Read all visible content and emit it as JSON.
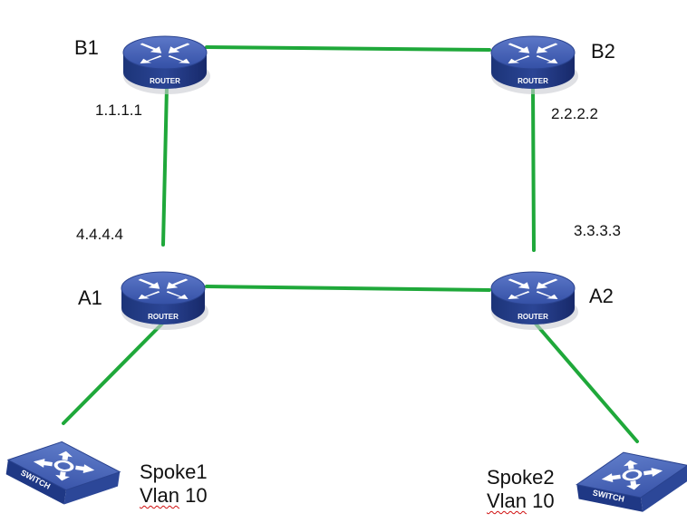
{
  "colors": {
    "link": "#1fa83a",
    "device_top": "#3b57ad",
    "device_side": "#203a84",
    "device_arrows": "#ffffff"
  },
  "routers": {
    "b1": {
      "name": "B1",
      "ip": "1.1.1.1",
      "badge": "ROUTER",
      "icon": "router-icon"
    },
    "b2": {
      "name": "B2",
      "ip": "2.2.2.2",
      "badge": "ROUTER",
      "icon": "router-icon"
    },
    "a1": {
      "name": "A1",
      "ip": "4.4.4.4",
      "badge": "ROUTER",
      "icon": "router-icon"
    },
    "a2": {
      "name": "A2",
      "ip": "3.3.3.3",
      "badge": "ROUTER",
      "icon": "router-icon"
    }
  },
  "switches": {
    "spoke1": {
      "name": "Spoke1",
      "vlan_word": "Vlan",
      "vlan_id": "10",
      "badge": "SWITCH",
      "icon": "switch-icon"
    },
    "spoke2": {
      "name": "Spoke2",
      "vlan_word": "Vlan",
      "vlan_id": "10",
      "badge": "SWITCH",
      "icon": "switch-icon"
    }
  },
  "links": [
    {
      "from": "B1",
      "to": "B2"
    },
    {
      "from": "B1",
      "to": "A1"
    },
    {
      "from": "B2",
      "to": "A2"
    },
    {
      "from": "A1",
      "to": "A2"
    },
    {
      "from": "A1",
      "to": "Spoke1"
    },
    {
      "from": "A2",
      "to": "Spoke2"
    }
  ]
}
